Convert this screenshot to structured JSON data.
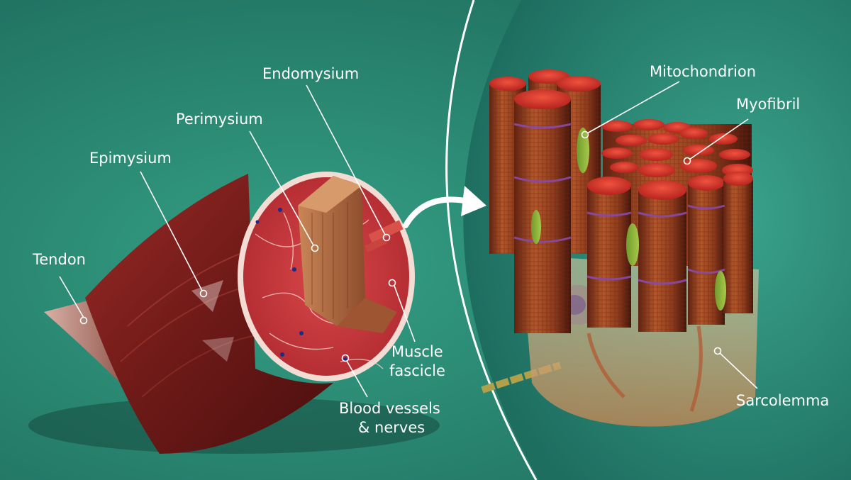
{
  "diagram": {
    "left_labels": {
      "tendon": "Tendon",
      "epimysium": "Epimysium",
      "perimysium": "Perimysium",
      "endomysium": "Endomysium",
      "muscle_fascicle_line1": "Muscle",
      "muscle_fascicle_line2": "fascicle",
      "blood_vessels_line1": "Blood vessels",
      "blood_vessels_line2": "& nerves"
    },
    "right_labels": {
      "mitochondrion": "Mitochondrion",
      "myofibril": "Myofibril",
      "sarcolemma": "Sarcolemma"
    }
  },
  "colors": {
    "background_left": "#2a8a74",
    "background_right": "#2c8f7a",
    "muscle_dark": "#7a1c1a",
    "muscle_cut": "#c7383c",
    "fascicle_tan": "#b06a43",
    "myofibril_red": "#d9362e",
    "sarcolemma": "#d8b98a",
    "label_white": "#ffffff"
  }
}
